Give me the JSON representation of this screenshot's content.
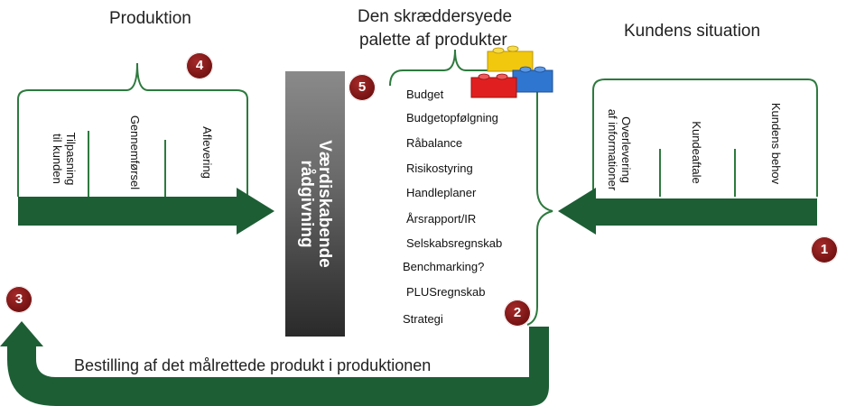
{
  "titles": {
    "production": "Produktion",
    "palette_line1": "Den skræddersyede",
    "palette_line2": "palette af produkter",
    "customer": "Kundens situation"
  },
  "production_steps": [
    "Tilpasning\ntil kunden",
    "Gennemførsel",
    "Aflevering"
  ],
  "customer_steps": [
    "Overlevering\naf informationer",
    "Kundeaftale",
    "Kundens behov"
  ],
  "center_label": "Værdiskabende\nrådgivning",
  "products": [
    "Budget",
    "Budgetopfølgning",
    "Råbalance",
    "Risikostyring",
    "Handleplaner",
    "Årsrapport/IR",
    "Selskabsregnskab",
    "Benchmarking?",
    "PLUSregnskab",
    "Strategi"
  ],
  "badges": {
    "b1": "1",
    "b2": "2",
    "b3": "3",
    "b4": "4",
    "b5": "5"
  },
  "bottom_caption": "Bestilling af det målrettede produkt i produktionen",
  "colors": {
    "arrow": "#1d5e35",
    "bracket": "#2d7a3e",
    "badge": "#7a1515",
    "lego_red": "#e02020",
    "lego_yellow": "#f2c80f",
    "lego_blue": "#2f76d0"
  }
}
